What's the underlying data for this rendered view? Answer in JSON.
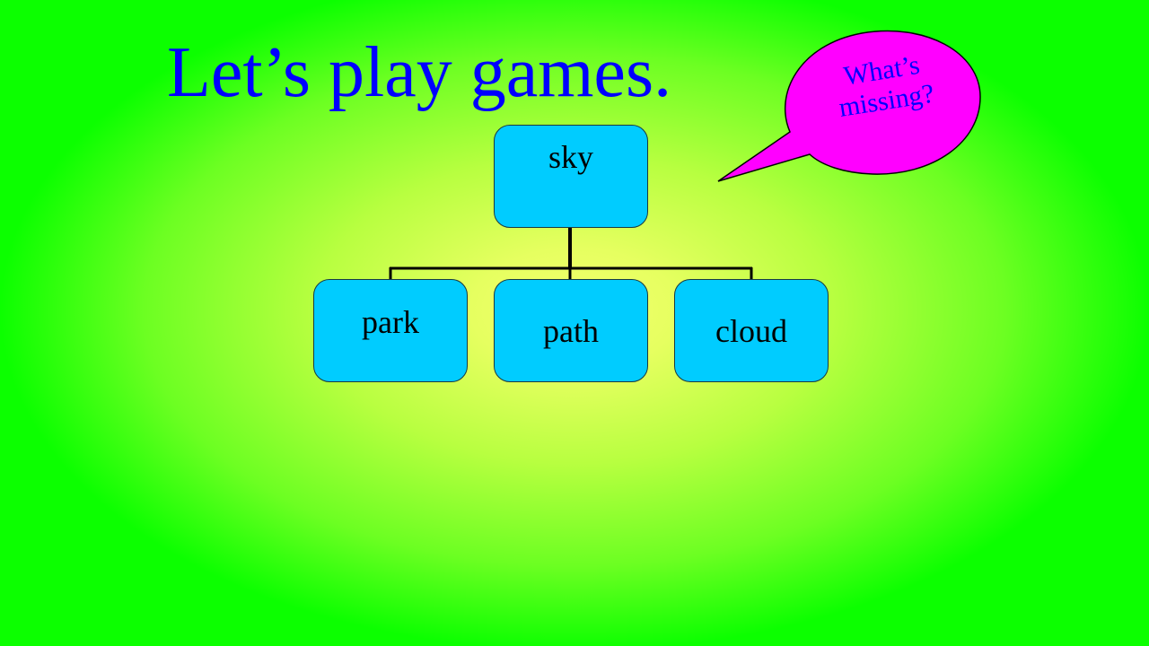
{
  "slide": {
    "title": "Let’s play games.",
    "speech_bubble": {
      "line1": "What’s",
      "line2": "missing?",
      "fill_color": "#ff00ff",
      "text_color": "#0000ff"
    }
  },
  "diagram": {
    "root": {
      "label": "sky"
    },
    "children": [
      {
        "label": "park"
      },
      {
        "label": "path"
      },
      {
        "label": "cloud"
      }
    ],
    "box_color": "#00ccff",
    "title_color": "#0000ff"
  }
}
